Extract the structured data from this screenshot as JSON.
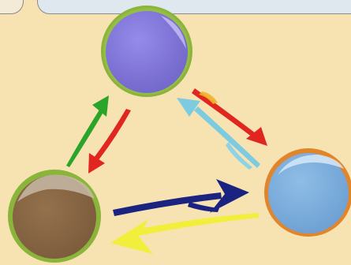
{
  "colors": {
    "background": "#f7e2b1",
    "node_purple": "#8378d6",
    "node_brown": "#8b6a48",
    "node_blue": "#7fb0dd",
    "ring_green": "#8ab43a",
    "ring_orange": "#e0852c",
    "arrow_green": "#2aa52a",
    "arrow_red": "#e1261f",
    "arrow_cyan": "#7ccbe0",
    "arrow_navy": "#1a2380",
    "arrow_yellow": "#f2ee3c"
  },
  "nodes": [
    {
      "id": "purple-circle",
      "color": "#8378d6",
      "ring": "#8ab43a"
    },
    {
      "id": "brown-circle",
      "color": "#8b6a48",
      "ring": "#8ab43a"
    },
    {
      "id": "blue-circle",
      "color": "#7fb0dd",
      "ring": "#e0852c"
    }
  ],
  "arrows": [
    {
      "id": "green-arrow",
      "from": "brown-circle",
      "to": "purple-circle",
      "color": "#2aa52a"
    },
    {
      "id": "red-arrow-left",
      "from": "purple-circle",
      "to": "brown-circle",
      "color": "#e1261f"
    },
    {
      "id": "red-arrow-right",
      "from": "purple-circle",
      "to": "blue-circle",
      "color": "#e1261f"
    },
    {
      "id": "cyan-arrow",
      "from": "blue-circle",
      "to": "purple-circle",
      "color": "#7ccbe0"
    },
    {
      "id": "navy-arrow",
      "from": "brown-circle",
      "to": "blue-circle",
      "color": "#1a2380"
    },
    {
      "id": "yellow-arrow",
      "from": "blue-circle",
      "to": "brown-circle",
      "color": "#f2ee3c"
    }
  ]
}
